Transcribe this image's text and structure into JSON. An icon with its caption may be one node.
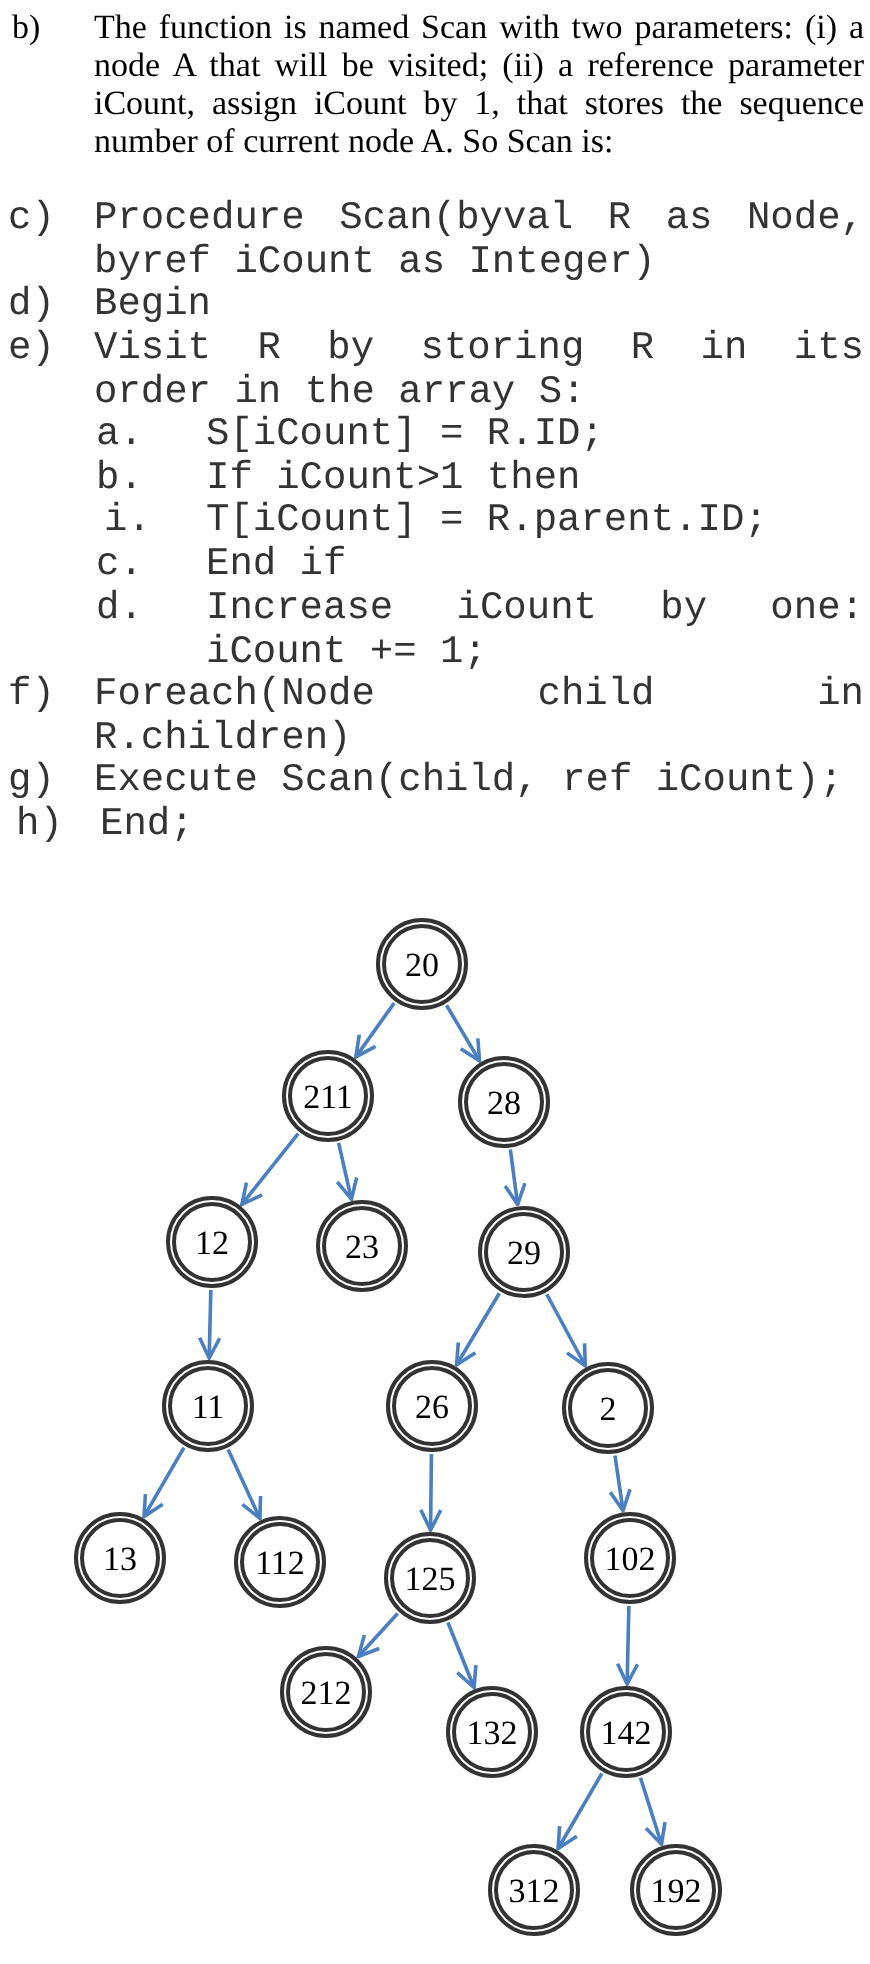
{
  "diagram": {
    "nodes": [
      {
        "text": [
          "20"
        ]
      },
      {
        "text": [
          "211"
        ]
      },
      {
        "text": [
          "28"
        ]
      },
      {
        "text": [
          "12"
        ]
      },
      {
        "text": [
          "23"
        ]
      },
      {
        "text": [
          "29"
        ]
      },
      {
        "text": [
          "11"
        ]
      },
      {
        "text": [
          "26"
        ]
      },
      {
        "text": [
          "2"
        ]
      },
      {
        "text": [
          "13"
        ]
      },
      {
        "text": [
          "112"
        ]
      },
      {
        "text": [
          "125"
        ]
      },
      {
        "text": [
          "102"
        ]
      },
      {
        "text": [
          "212"
        ]
      },
      {
        "text": [
          "132"
        ]
      },
      {
        "text": [
          "142"
        ]
      },
      {
        "text": [
          "312"
        ]
      },
      {
        "text": [
          "192"
        ]
      }
    ],
    "edges": [
      {
        "from": 0,
        "to": 1,
        "arrow": "to"
      },
      {
        "from": 0,
        "to": 2,
        "arrow": "to"
      },
      {
        "from": 1,
        "to": 3,
        "arrow": "to"
      },
      {
        "from": 1,
        "to": 4,
        "arrow": "to"
      },
      {
        "from": 2,
        "to": 5,
        "arrow": "to"
      },
      {
        "from": 3,
        "to": 6,
        "arrow": "to"
      },
      {
        "from": 5,
        "to": 7,
        "arrow": "to"
      },
      {
        "from": 5,
        "to": 8,
        "arrow": "to"
      },
      {
        "from": 6,
        "to": 9,
        "arrow": "to"
      },
      {
        "from": 6,
        "to": 10,
        "arrow": "to"
      },
      {
        "from": 7,
        "to": 11,
        "arrow": "to"
      },
      {
        "from": 8,
        "to": 12,
        "arrow": "to"
      },
      {
        "from": 11,
        "to": 13,
        "arrow": "to"
      },
      {
        "from": 11,
        "to": 14,
        "arrow": "to"
      },
      {
        "from": 12,
        "to": 15,
        "arrow": "to"
      },
      {
        "from": 15,
        "to": 16,
        "arrow": "to"
      },
      {
        "from": 15,
        "to": 17,
        "arrow": "to"
      }
    ],
    "labels": [
      "b)",
      "The function is named Scan with two parameters: (i) a node A that will be visited; (ii) a reference parameter iCount, assign iCount by 1, that stores the sequence number of current node A. So Scan is:",
      "c)",
      "Procedure Scan(byval R as Node, byref iCount as Integer)",
      "d)",
      "Begin",
      "e)",
      "Visit R by storing R in its order in the array S:",
      "a.",
      "S[iCount] = R.ID;",
      "b.",
      "If iCount>1 then",
      "i.",
      "T[iCount] = R.parent.ID;",
      "c.",
      "End if",
      "d.",
      "Increase iCount by one: iCount += 1;",
      "f)",
      "Foreach(Node child in R.children)",
      "g)",
      "Execute Scan(child, ref iCount);",
      "h)",
      "End;"
    ]
  }
}
